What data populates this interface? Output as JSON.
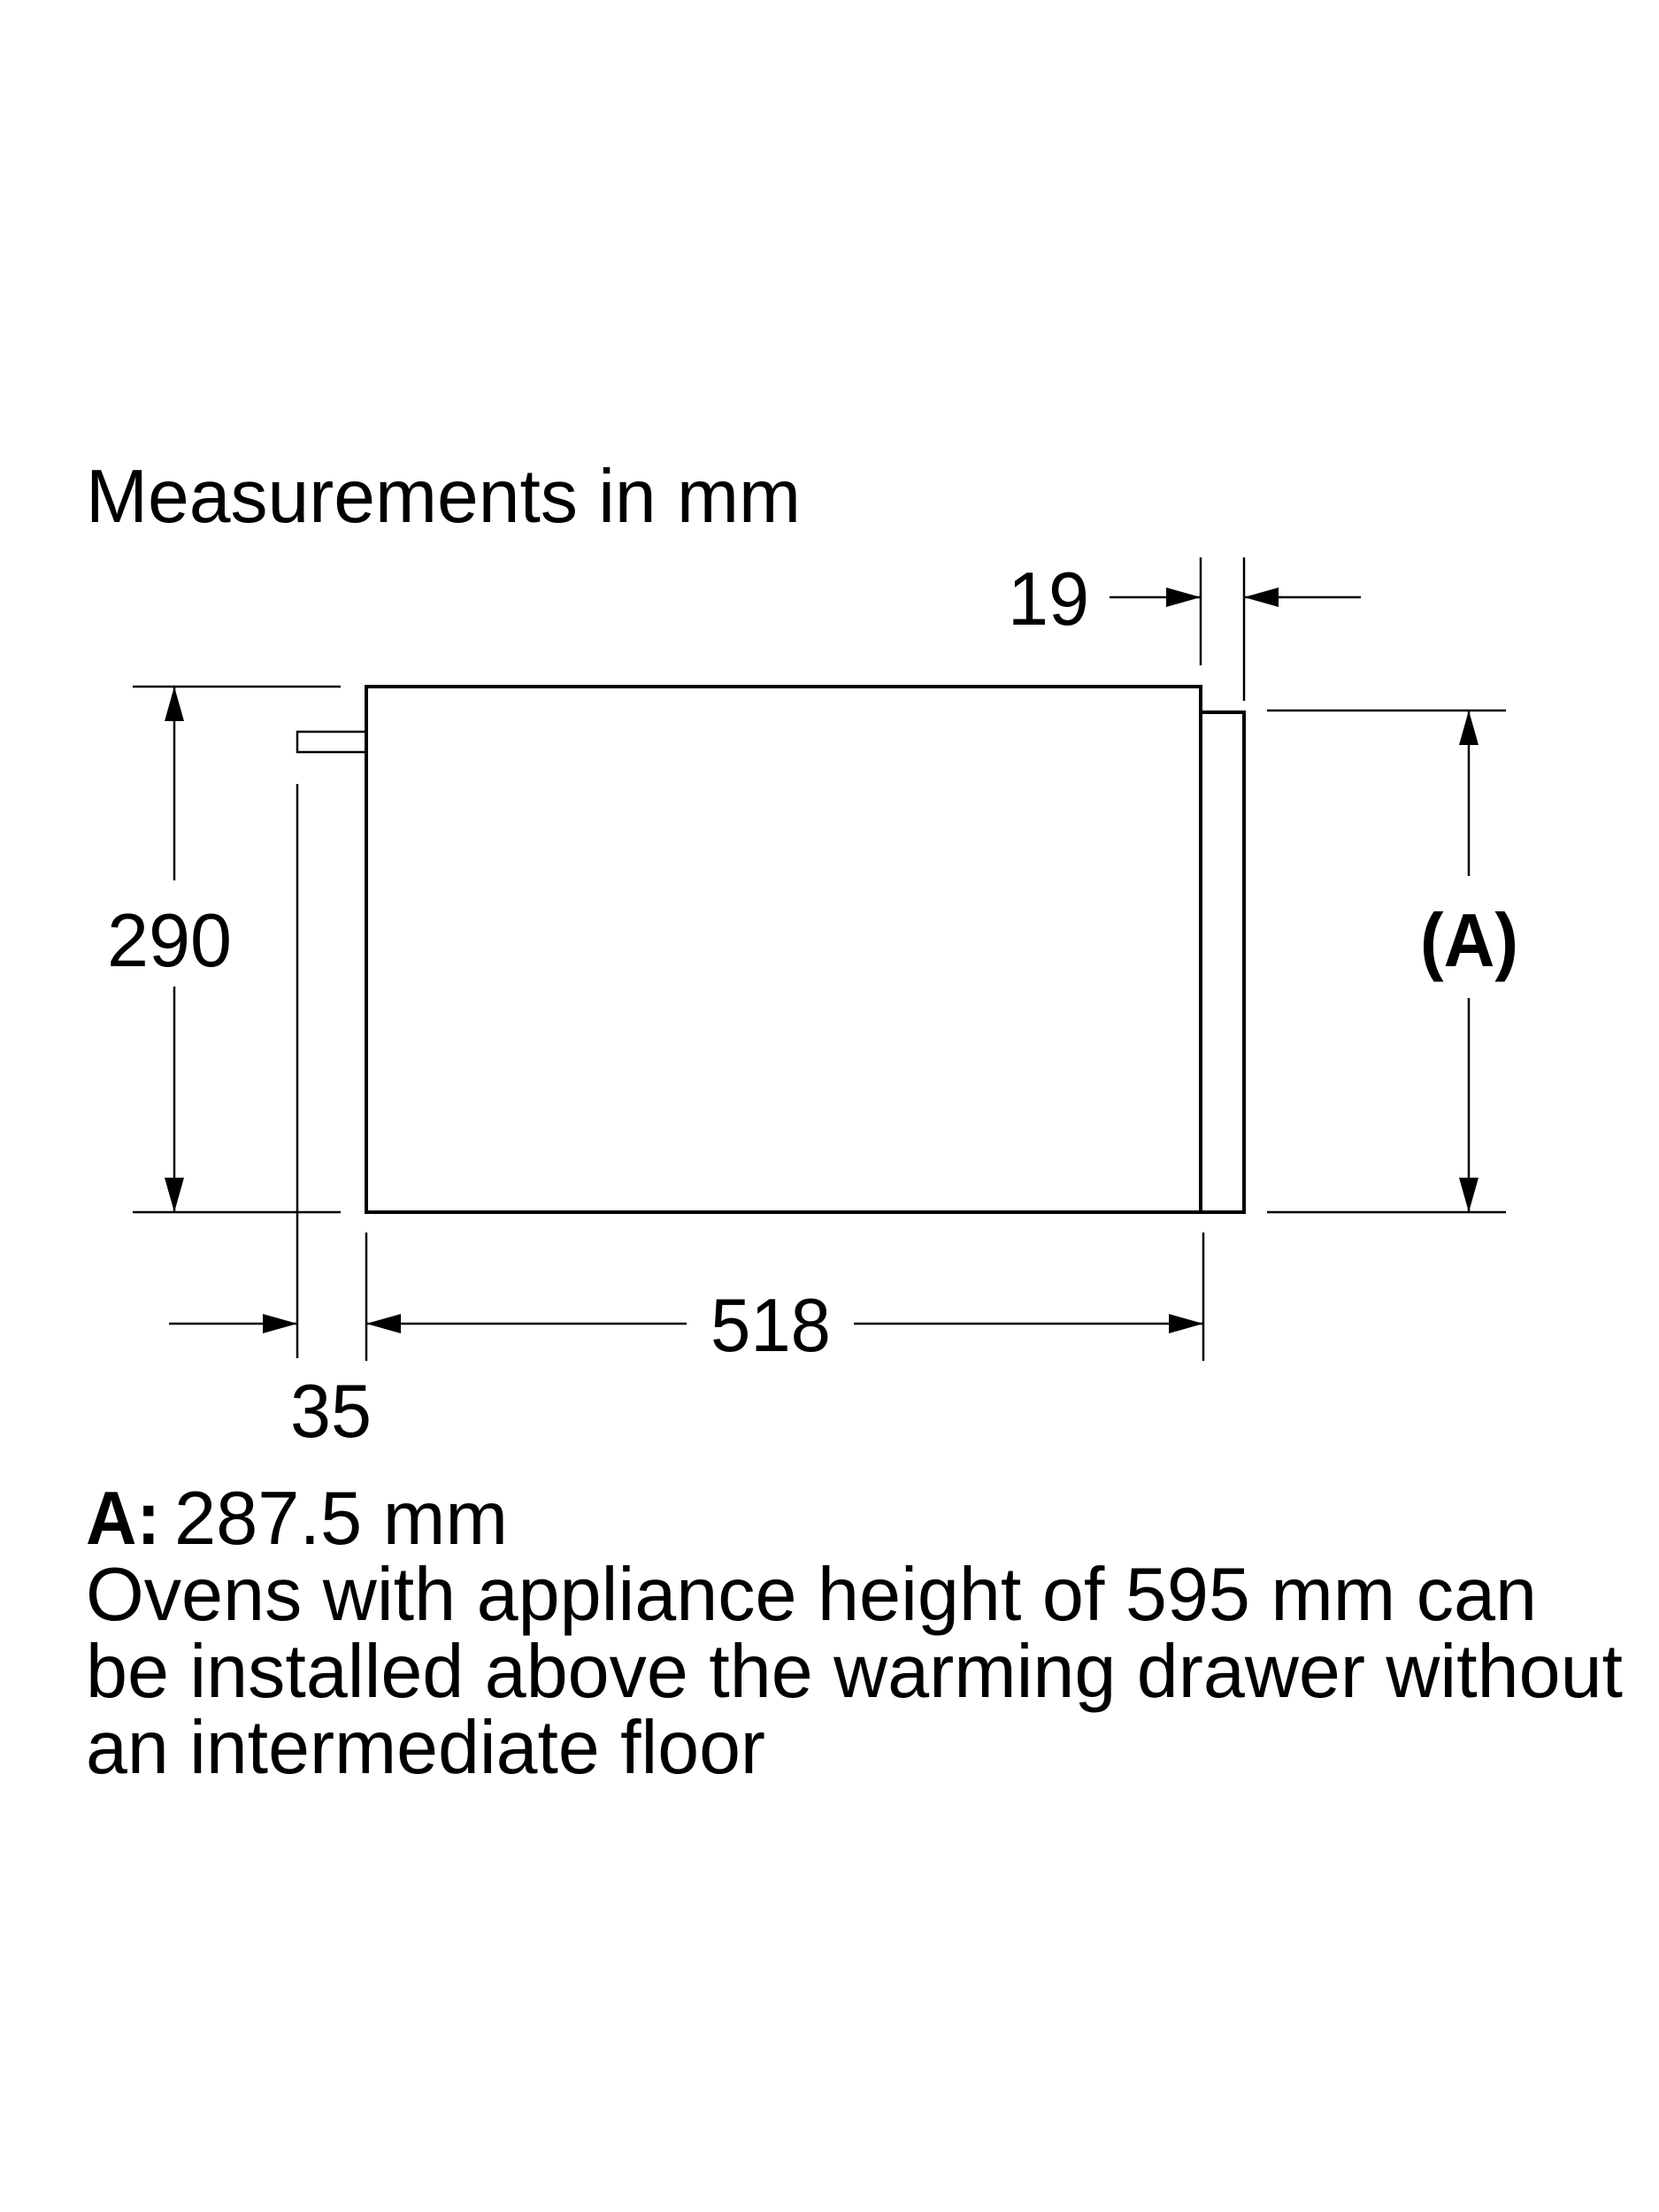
{
  "title": "Measurements in mm",
  "dimensions": {
    "height": "290",
    "depth": "518",
    "front_panel": "19",
    "rear_offset": "35",
    "a_label": "(A)"
  },
  "note": {
    "a_key": "A:",
    "a_value": "287.5 mm",
    "lines": [
      "Ovens with appliance height of 595 mm can",
      "be installed above the warming drawer without",
      "an intermediate floor"
    ]
  },
  "colors": {
    "ink": "#000000",
    "background": "#ffffff"
  }
}
